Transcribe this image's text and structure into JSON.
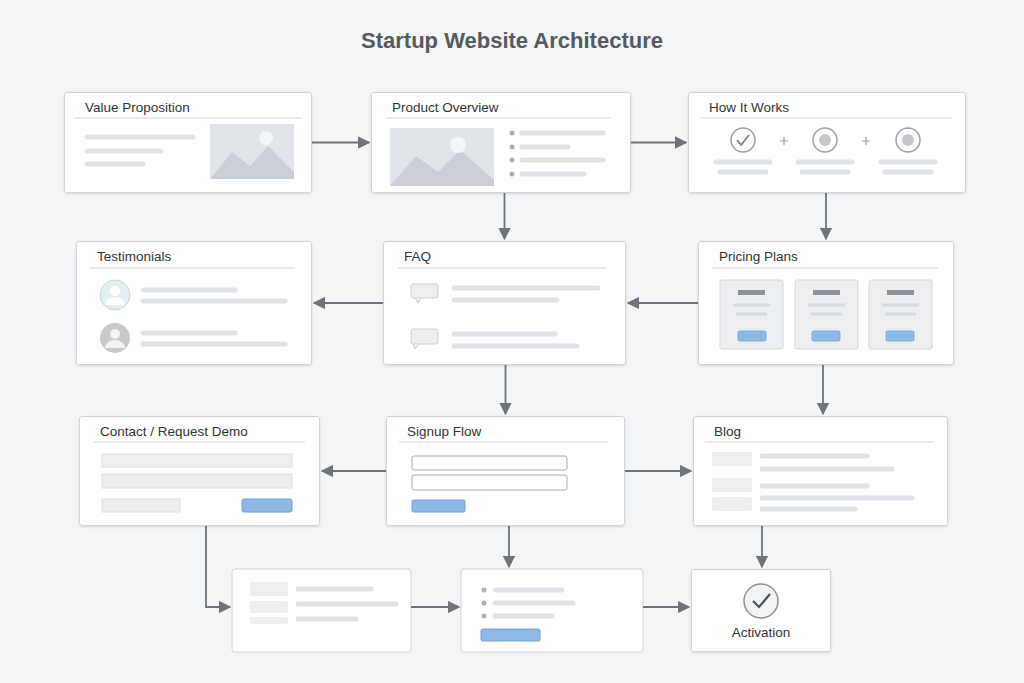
{
  "diagram": {
    "title": "Startup Website Architecture",
    "nodes": [
      {
        "text": [
          "Value Proposition"
        ]
      },
      {
        "text": [
          "Product Overview"
        ]
      },
      {
        "text": [
          "How It Works"
        ]
      },
      {
        "text": [
          "Testimonials"
        ]
      },
      {
        "text": [
          "FAQ"
        ]
      },
      {
        "text": [
          "Pricing Plans"
        ]
      },
      {
        "text": [
          "Contact / Request Demo"
        ]
      },
      {
        "text": [
          "Signup Flow"
        ]
      },
      {
        "text": [
          "Blog"
        ]
      },
      {
        "text": [
          "Activation"
        ]
      }
    ],
    "edges": [
      {
        "from": 0,
        "to": 1,
        "arrow": "to"
      },
      {
        "from": 1,
        "to": 2,
        "arrow": "to"
      },
      {
        "from": 1,
        "to": 4,
        "arrow": "to"
      },
      {
        "from": 2,
        "to": 5,
        "arrow": "to"
      },
      {
        "from": 5,
        "to": 4,
        "arrow": "to"
      },
      {
        "from": 4,
        "to": 3,
        "arrow": "to"
      },
      {
        "from": 4,
        "to": 7,
        "arrow": "to"
      },
      {
        "from": 5,
        "to": 8,
        "arrow": "to"
      },
      {
        "from": 7,
        "to": 6,
        "arrow": "to"
      },
      {
        "from": 7,
        "to": 8,
        "arrow": "to"
      },
      {
        "from": 8,
        "to": 9,
        "arrow": "to"
      }
    ]
  }
}
